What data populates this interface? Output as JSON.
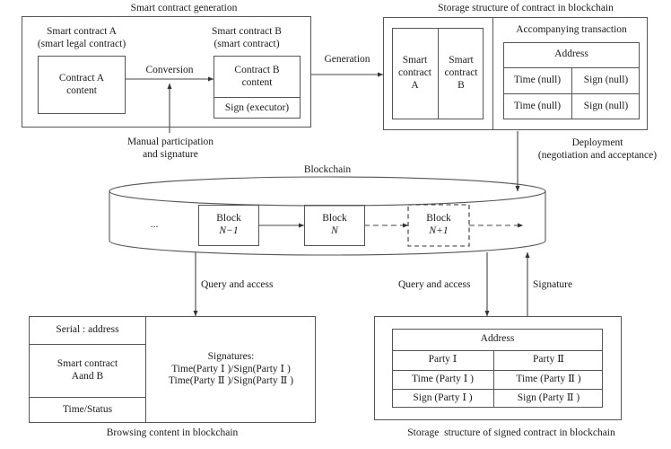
{
  "diagram": {
    "title_top_left": "Smart contract generation",
    "title_top_right": "Storage structure of contract in blockchain",
    "blockchain_label": "Blockchain",
    "caption_bottom_left": "Browsing content in blockchain",
    "caption_bottom_right": "Storage  structure of signed contract in blockchain"
  },
  "generation": {
    "contract_a_title_line1": "Smart contract A",
    "contract_a_title_line2": "(smart legal contract)",
    "contract_a_body_line1": "Contract A",
    "contract_a_body_line2": "content",
    "contract_b_title_line1": "Smart contract B",
    "contract_b_title_line2": "(smart contract)",
    "contract_b_body_line1": "Contract B",
    "contract_b_body_line2": "content",
    "contract_b_sign": "Sign (executor)",
    "arrow_conversion": "Conversion",
    "manual_line1": "Manual participation",
    "manual_line2": "and signature"
  },
  "storage_top": {
    "arrow_generation": "Generation",
    "smart_contract_a": "Smart\ncontract\nA",
    "smart_contract_b": "Smart\ncontract\nB",
    "accompanying_transaction": "Accompanying transaction",
    "address": "Address",
    "row1_time": "Time (null)",
    "row1_sign": "Sign (null)",
    "row2_time": "Time (null)",
    "row2_sign": "Sign (null)",
    "deploy_line1": "Deployment",
    "deploy_line2": "(negotiation and acceptance)"
  },
  "chain": {
    "ellipsis": "...",
    "block_prev_line1": "Block",
    "block_prev_line2": "N−1",
    "block_curr_line1": "Block",
    "block_curr_line2": "N",
    "block_next_line1": "Block",
    "block_next_line2": "N+1"
  },
  "connectors": {
    "query_left": "Query and access",
    "query_right": "Query and access",
    "signature": "Signature"
  },
  "browsing": {
    "serial_address": "Serial : address",
    "smart_contract_line1": "Smart contract",
    "smart_contract_line2": "Aand B",
    "time_status": "Time/Status",
    "signatures_line1": "Signatures:",
    "signatures_line2": "Time(Party Ⅰ )/Sign(Party Ⅰ )",
    "signatures_line3": "Time(Party Ⅱ )/Sign(Party Ⅱ )"
  },
  "signed_storage": {
    "address": "Address",
    "party_1": "Party Ⅰ",
    "party_2": "Party Ⅱ",
    "time_party_1": "Time (Party Ⅰ )",
    "time_party_2": "Time (Party Ⅱ )",
    "sign_party_1": "Sign (Party Ⅰ )",
    "sign_party_2": "Sign (Party Ⅱ )"
  },
  "colors": {
    "stroke": "#555555",
    "text": "#1a1a1a",
    "background": "#ffffff"
  }
}
